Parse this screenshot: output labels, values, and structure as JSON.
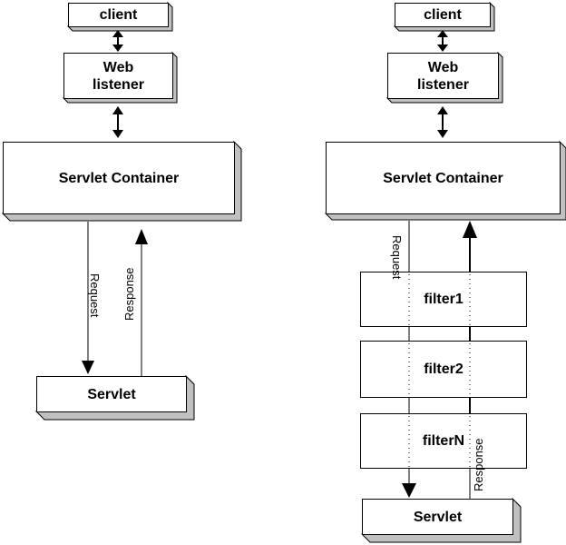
{
  "left_flow": {
    "client_label": "client",
    "web_listener_label": "Web listener",
    "servlet_container_label": "Servlet Container",
    "servlet_label": "Servlet",
    "request_label": "Request",
    "response_label": "Response"
  },
  "right_flow": {
    "client_label": "client",
    "web_listener_label": "Web listener",
    "servlet_container_label": "Servlet Container",
    "filters": [
      "filter1",
      "filter2",
      "filterN"
    ],
    "servlet_label": "Servlet",
    "request_label": "Request",
    "response_label": "Response"
  },
  "colors": {
    "background": "#ffffff",
    "line": "#000000",
    "box_fill": "#ffffff",
    "shadow_fill": "#c0c0c0"
  }
}
